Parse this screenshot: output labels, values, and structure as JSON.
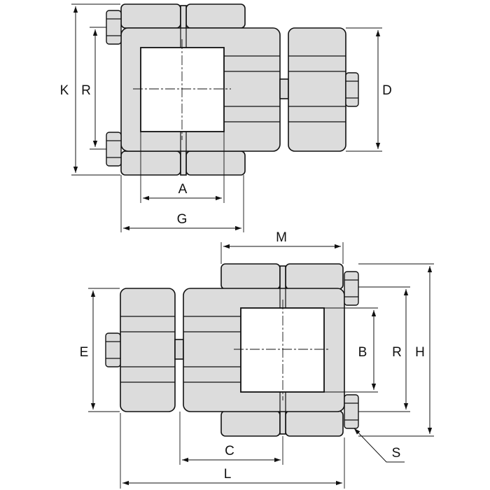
{
  "labels": {
    "top_view": {
      "K": "K",
      "R": "R",
      "D": "D",
      "A": "A",
      "G": "G"
    },
    "bottom_view": {
      "M": "M",
      "E": "E",
      "B": "B",
      "R": "R",
      "H": "H",
      "C": "C",
      "L": "L",
      "S": "S"
    }
  },
  "colors": {
    "part_fill": "#dcdcdc",
    "line": "#111111",
    "background": "#ffffff"
  }
}
